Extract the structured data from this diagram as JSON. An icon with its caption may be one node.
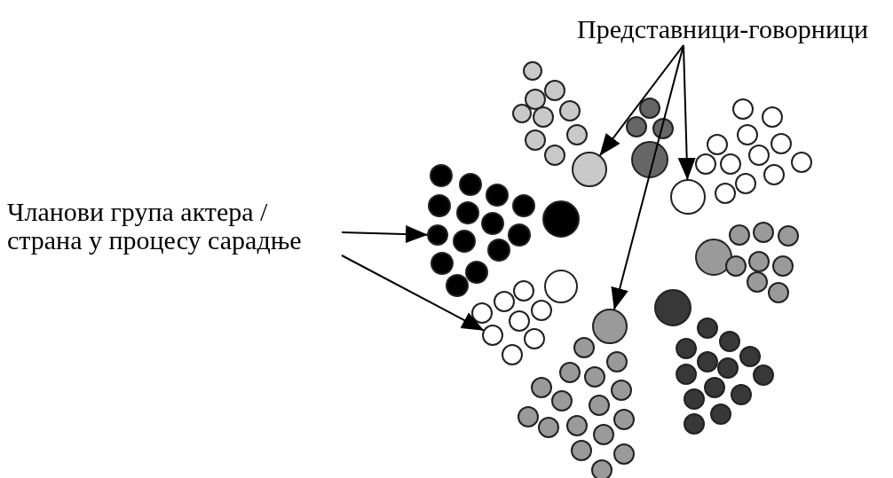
{
  "diagram": {
    "nodes": [
      {
        "text": [
          "Представници-говорници"
        ]
      },
      {
        "text": [
          "Чланови група актера / страна у процесу сарадње"
        ]
      },
      {
        "text": [],
        "shape": "circle"
      },
      {
        "text": [],
        "shape": "circle"
      },
      {
        "text": [],
        "shape": "circle"
      },
      {
        "text": [],
        "shape": "circle"
      },
      {
        "text": [],
        "shape": "circle"
      }
    ],
    "edges": [
      {
        "from": 0,
        "to": 2,
        "arrow": "to"
      },
      {
        "from": 0,
        "to": 3,
        "arrow": "to"
      },
      {
        "from": 0,
        "to": 4,
        "arrow": "to"
      },
      {
        "from": 1,
        "to": 5,
        "arrow": "to"
      },
      {
        "from": 1,
        "to": 6,
        "arrow": "to"
      }
    ]
  }
}
